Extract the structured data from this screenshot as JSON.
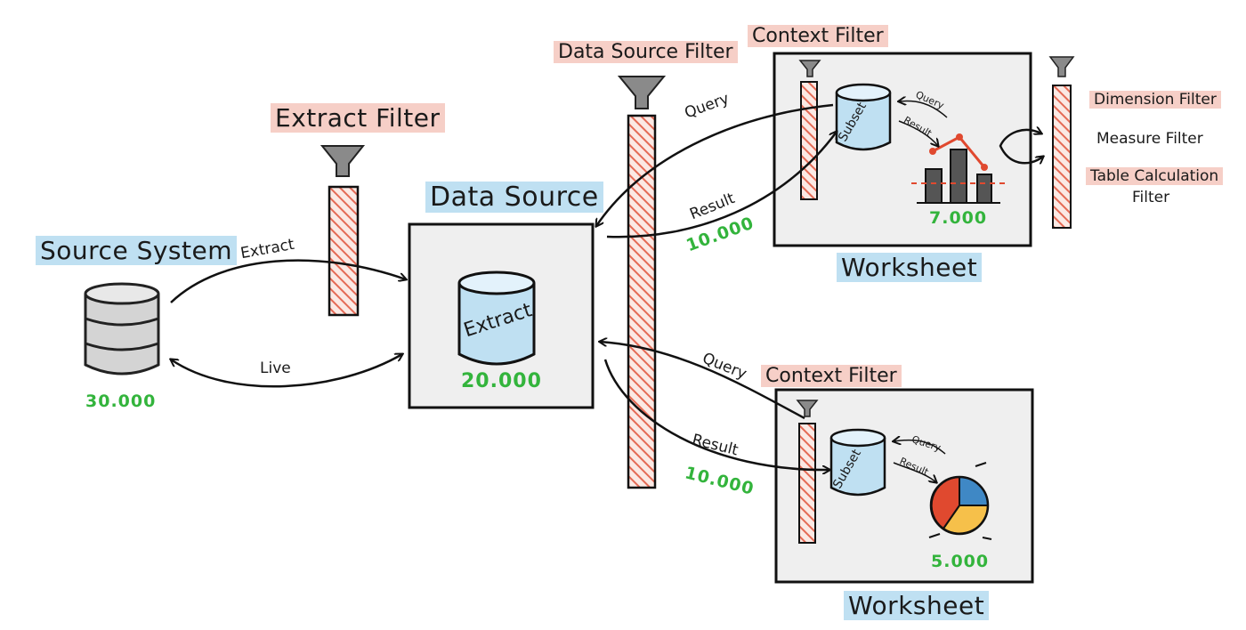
{
  "labels": {
    "source_system": "Source System",
    "extract_filter": "Extract Filter",
    "data_source": "Data Source",
    "data_source_filter": "Data Source Filter",
    "context_filter_top": "Context Filter",
    "context_filter_bottom": "Context Filter",
    "worksheet_top": "Worksheet",
    "worksheet_bottom": "Worksheet",
    "dimension_filter": "Dimension Filter",
    "measure_filter": "Measure Filter",
    "table_calc_filter_line1": "Table Calculation",
    "table_calc_filter_line2": "Filter"
  },
  "arrows": {
    "extract": "Extract",
    "live": "Live",
    "query_top": "Query",
    "result_top": "Result",
    "query_bottom": "Query",
    "result_bottom": "Result",
    "inner_query_top": "Query",
    "inner_result_top": "Result",
    "inner_query_bottom": "Query",
    "inner_result_bottom": "Result"
  },
  "cylinders": {
    "extract": "Extract",
    "subset_top": "Subset",
    "subset_bottom": "Subset"
  },
  "counts": {
    "source_system": "30.000",
    "data_source": "20.000",
    "result_top": "10.000",
    "result_bottom": "10.000",
    "worksheet_top": "7.000",
    "worksheet_bottom": "5.000"
  },
  "colors": {
    "filter_bar": "#e46a55",
    "tag_red": "#f6cfc7",
    "tag_blue": "#bfe0f2",
    "cylinder": "#bfe0f2",
    "count_green": "#33b43c",
    "pie_blue": "#3f88c5",
    "pie_red": "#e0492f",
    "pie_yellow": "#f6c04a"
  },
  "icons": [
    "database-icon",
    "funnel-icon",
    "bar-chart-icon",
    "pie-chart-icon"
  ]
}
